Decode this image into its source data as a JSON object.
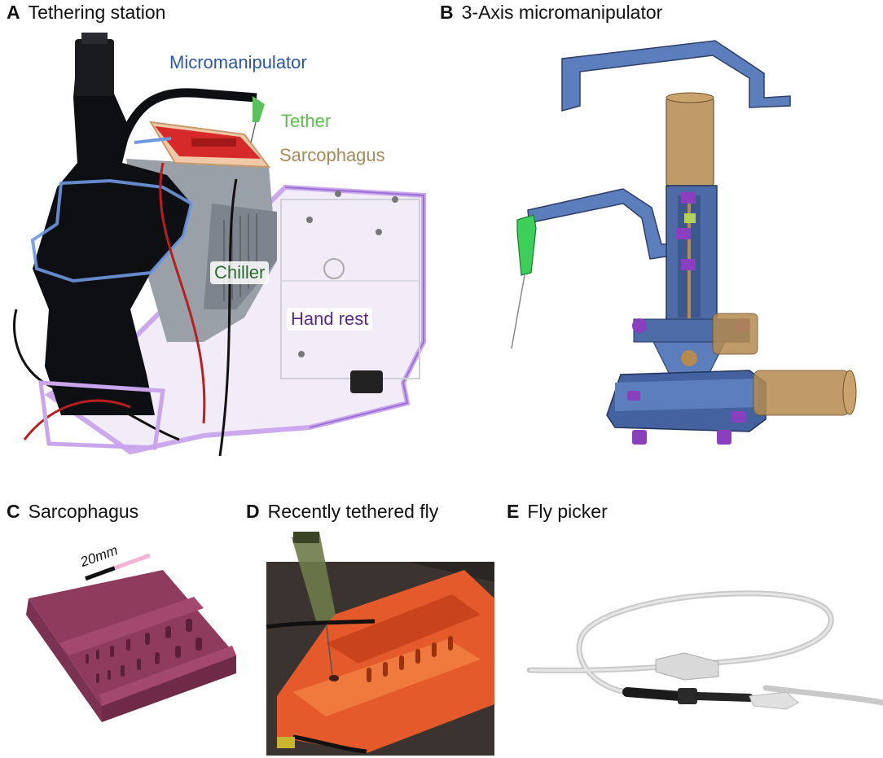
{
  "panels": {
    "a": {
      "letter": "A",
      "title": "Tethering station",
      "callouts": {
        "micromanipulator": "Micromanipulator",
        "tether": "Tether",
        "sarcophagus": "Sarcophagus",
        "chiller": "Chiller",
        "hand_rest": "Hand rest"
      }
    },
    "b": {
      "letter": "B",
      "title": "3-Axis micromanipulator"
    },
    "c": {
      "letter": "C",
      "title": "Sarcophagus",
      "scale_bar": "20mm"
    },
    "d": {
      "letter": "D",
      "title": "Recently tethered fly"
    },
    "e": {
      "letter": "E",
      "title": "Fly picker"
    }
  },
  "colors": {
    "micromanipulator": "#2b56a6",
    "tether": "#5cc04a",
    "sarcophagus": "#a58a5c",
    "chiller": "#2f6a2f",
    "hand_rest": "#5a2a8a",
    "cad_blue": "#4f6fa8",
    "cad_purple": "#8a3fbf",
    "sarcophagus_pink": "#9c3e63",
    "orange_photo": "#e45a2a"
  },
  "icons": [
    "micromanipulator-photo",
    "micromanipulator-cad",
    "sarcophagus-render",
    "tethered-fly-photo",
    "fly-picker-photo"
  ]
}
